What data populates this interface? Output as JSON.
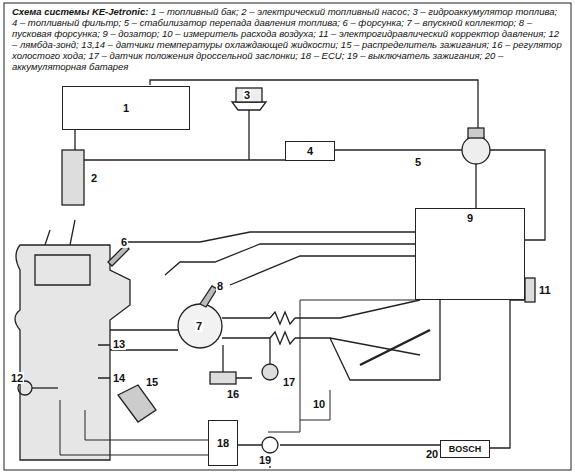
{
  "diagram": {
    "title": "Схема системы KE-Jetronic:",
    "caption": "1 – топливный бак; 2 – электрический топливный насос; 3 – гидроаккумулятор топлива; 4 – топливный фильтр; 5 – стабилизатор перепада давления топлива; 6 – форсунка; 7 – впускной коллектор; 8 – пусковая форсунка; 9 – дозатор; 10 – измеритель расхода воздуха; 11 – электрогидравлический корректор давления; 12 – лямбда-зонд; 13,14 – датчики температуры охлаждающей жидкости; 15 – распределитель зажигания; 16 – регулятор холостого хода; 17 – датчик положения дроссельной заслонки; 18 – ECU; 19 – выключатель зажигания; 20 – аккумуляторная батарея",
    "nodes": [
      {
        "text": [
          "1"
        ]
      },
      {
        "text": [
          "4"
        ]
      },
      {
        "text": [
          "9"
        ]
      },
      {
        "text": [
          "18"
        ]
      },
      {
        "text": [
          "BOSCH"
        ]
      }
    ],
    "labels": [
      "2",
      "3",
      "5",
      "6",
      "7",
      "8",
      "10",
      "11",
      "12",
      "13",
      "14",
      "15",
      "16",
      "17",
      "19",
      "20"
    ]
  }
}
